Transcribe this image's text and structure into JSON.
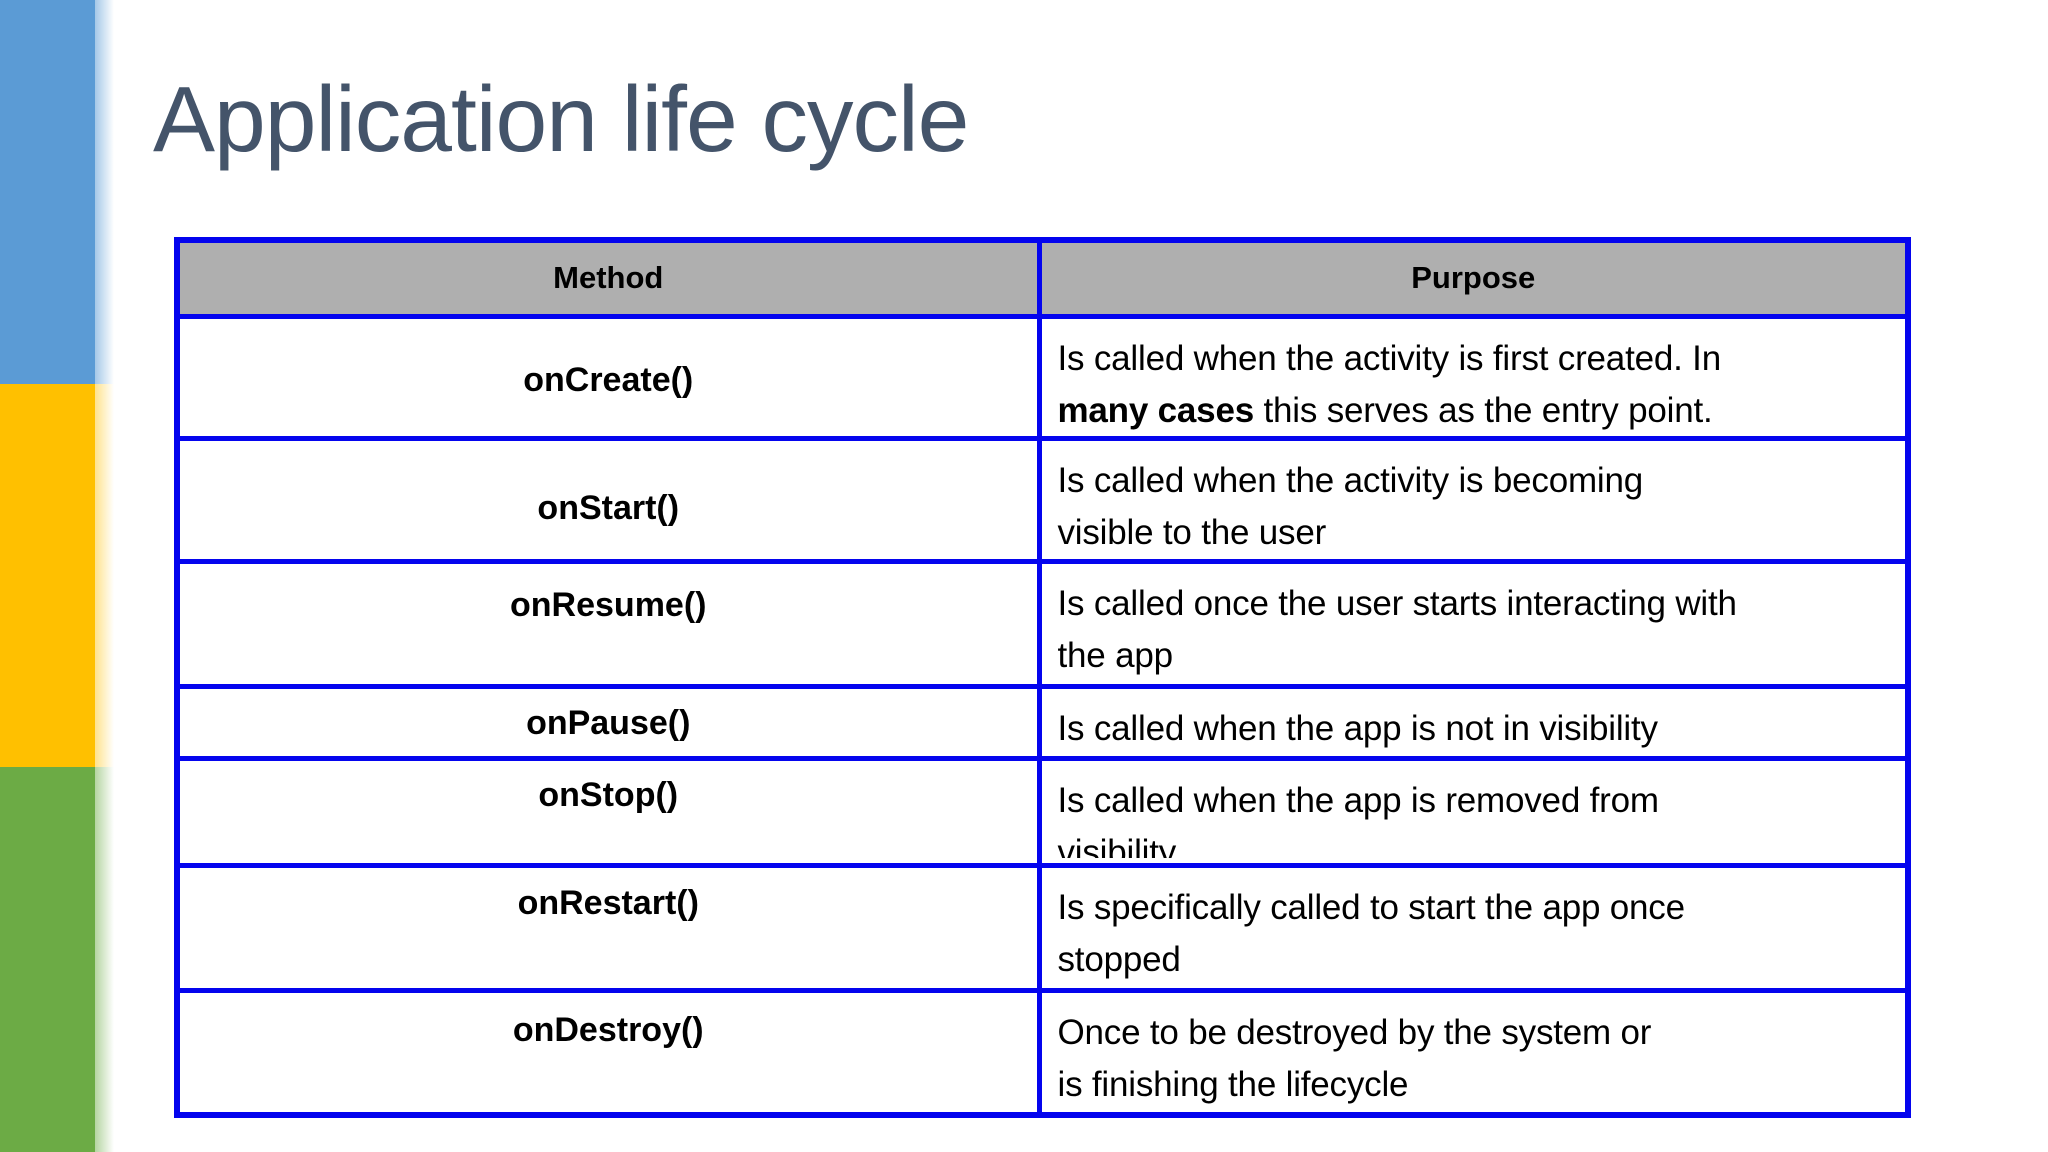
{
  "slide": {
    "title": "Application life cycle"
  },
  "theme": {
    "blue": "#5B9BD5",
    "yellow": "#FFC000",
    "green": "#6CAB45",
    "tborder": "#0404EE",
    "headbg": "#AFAFAF",
    "titlecolor": "#44546A"
  },
  "table": {
    "headers": [
      "Method",
      "Purpose"
    ],
    "rows": [
      {
        "method": "onCreate()",
        "purpose_prefix": "Is called when the activity is first created. In\n",
        "purpose_bold": "many cases",
        "purpose_suffix": " this serves as the entry point."
      },
      {
        "method": "onStart()",
        "purpose": "Is called when the activity is becoming\nvisible to the user"
      },
      {
        "method": "onResume()",
        "purpose": "Is called once the user starts interacting with\nthe app"
      },
      {
        "method": "onPause()",
        "purpose": "Is called when the app is not in visibility"
      },
      {
        "method": "onStop()",
        "purpose": "Is called when the app is removed from\nvisibility"
      },
      {
        "method": "onRestart()",
        "purpose": "Is specifically called to start the app once\nstopped"
      },
      {
        "method": "onDestroy()",
        "purpose": "Once to be destroyed by the system or\nis finishing the lifecycle"
      }
    ]
  }
}
